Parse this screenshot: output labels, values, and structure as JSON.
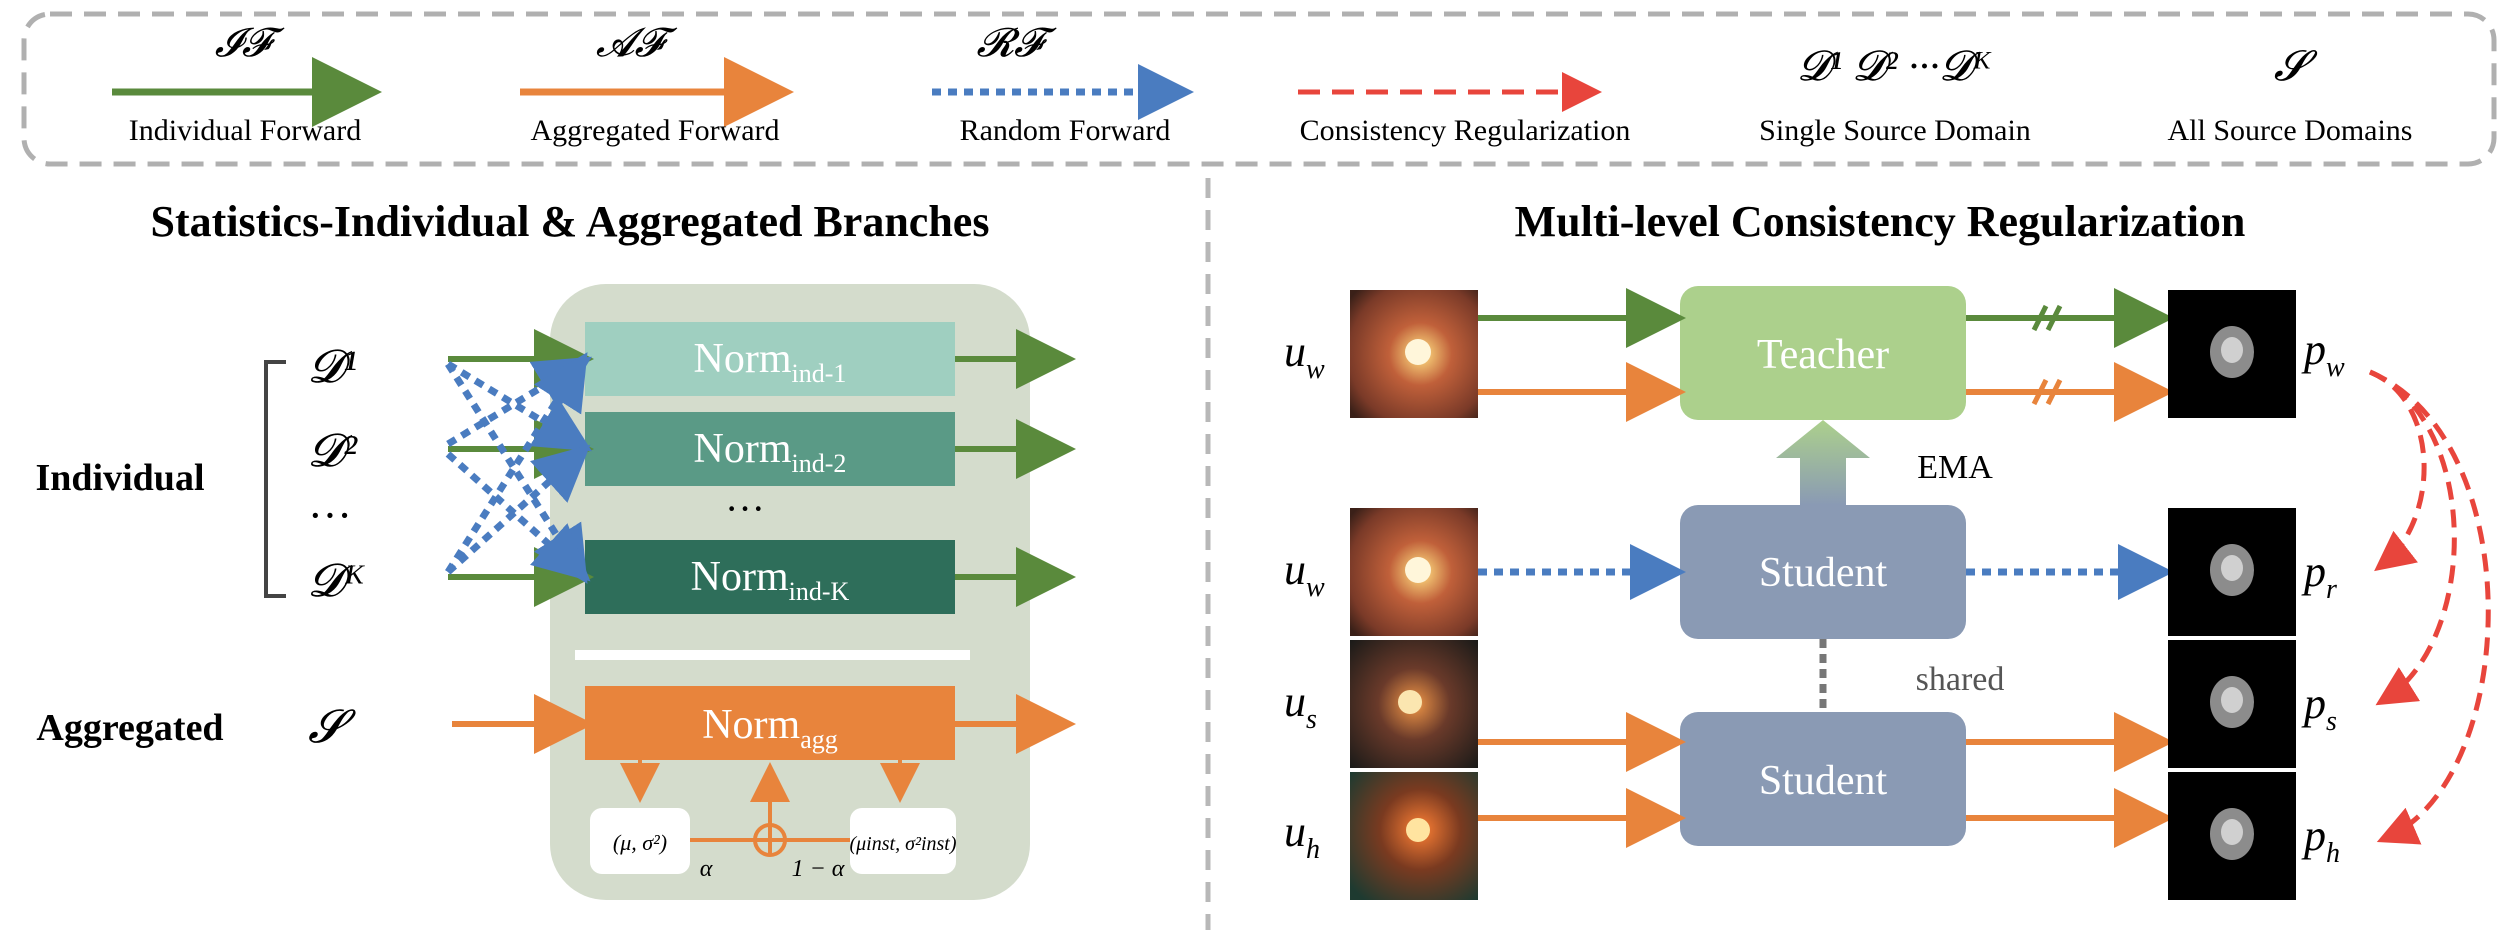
{
  "legend": {
    "items": [
      {
        "symbol": "𝓘𝓕",
        "label": "Individual Forward"
      },
      {
        "symbol": "𝓐𝓕",
        "label": "Aggregated Forward"
      },
      {
        "symbol": "𝓡𝓕",
        "label": "Random Forward"
      },
      {
        "symbol": "",
        "label": "Consistency Regularization"
      },
      {
        "symbol": "𝓓¹ 𝓓² ···𝓓ᴷ",
        "label": "Single Source Domain"
      },
      {
        "symbol": "𝓢",
        "label": "All Source Domains"
      }
    ]
  },
  "left": {
    "title": "Statistics-Individual & Aggregated Branches",
    "individual_label": "Individual",
    "aggregated_label": "Aggregated",
    "domains": [
      "𝓓¹",
      "𝓓²",
      "···",
      "𝓓ᴷ"
    ],
    "all_domain": "𝓢",
    "norm_ind": [
      {
        "base": "Norm",
        "sub": "ind-1"
      },
      {
        "base": "Norm",
        "sub": "ind-2"
      },
      {
        "base": "Norm",
        "sub": "ind-K"
      }
    ],
    "norm_dots": "···",
    "norm_agg": {
      "base": "Norm",
      "sub": "agg"
    },
    "stat_left": "(μ, σ²)",
    "stat_right": "(μinst, σ²inst)",
    "alpha": "α",
    "one_minus_alpha": "1 − α"
  },
  "right": {
    "title": "Multi-level Consistency Regularization",
    "teacher": "Teacher",
    "student_top": "Student",
    "student_bottom": "Student",
    "ema": "EMA",
    "shared": "shared",
    "inputs": [
      {
        "base": "u",
        "sub": "w"
      },
      {
        "base": "u",
        "sub": "w"
      },
      {
        "base": "u",
        "sub": "s"
      },
      {
        "base": "u",
        "sub": "h"
      }
    ],
    "outputs": [
      {
        "base": "p",
        "sub": "w"
      },
      {
        "base": "p",
        "sub": "r"
      },
      {
        "base": "p",
        "sub": "s"
      },
      {
        "base": "p",
        "sub": "h"
      }
    ]
  },
  "colors": {
    "individual": "#5a8a3c",
    "aggregated": "#e8843c",
    "random": "#4a7cc0",
    "consistency": "#e8453c",
    "teacher": "#acd08c",
    "student": "#8a9ab4",
    "norm1": "#9fcfc0",
    "norm2": "#5a9a86",
    "normK": "#2e6e5a",
    "agg_panel": "#d4dccc"
  }
}
